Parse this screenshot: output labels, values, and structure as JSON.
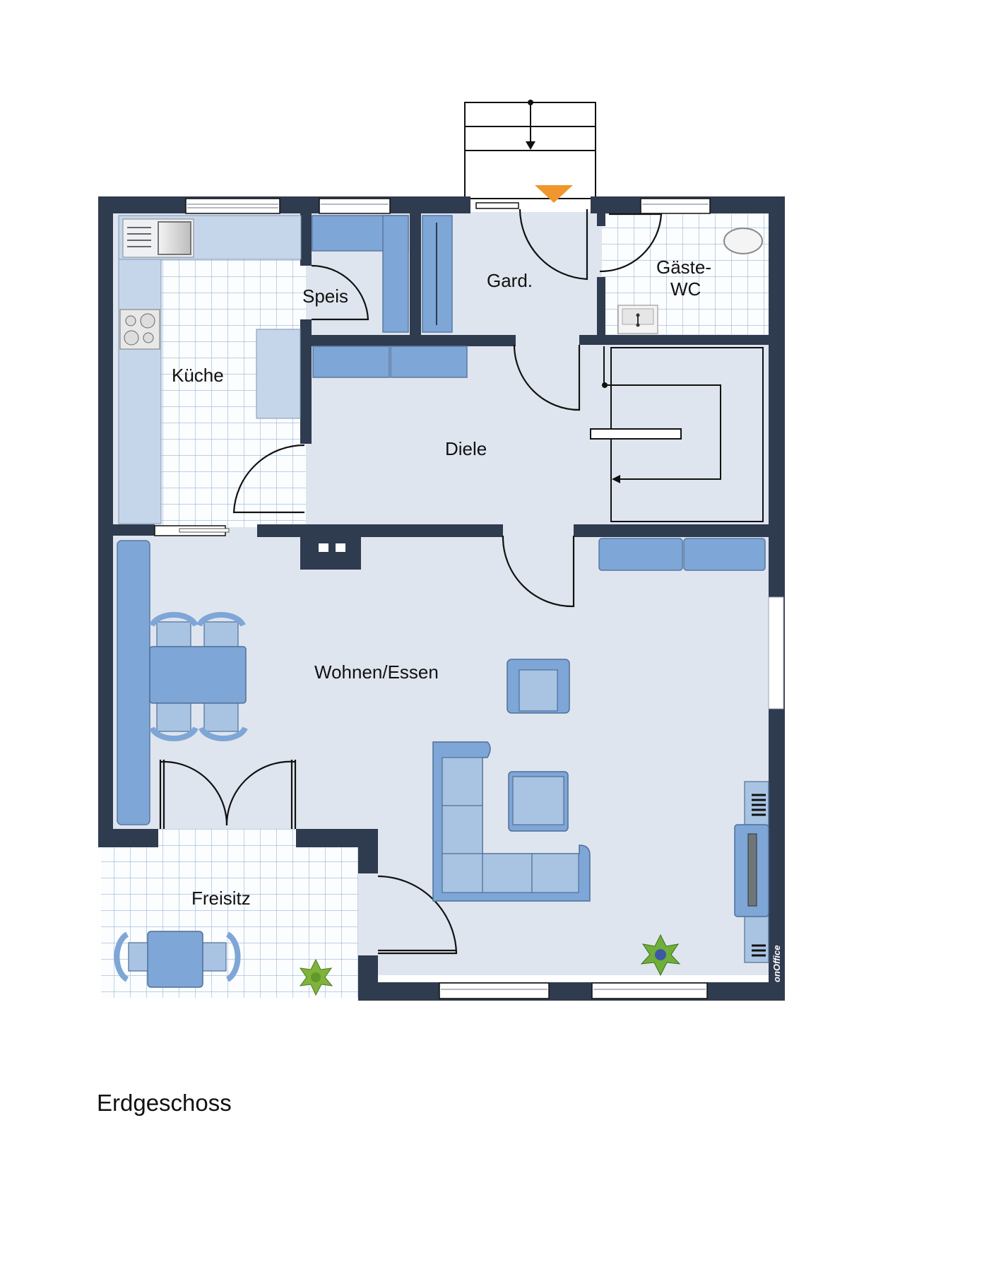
{
  "floor_plan": {
    "title": "Erdgeschoss",
    "rooms": [
      {
        "id": "kueche",
        "label": "Küche"
      },
      {
        "id": "speis",
        "label": "Speis"
      },
      {
        "id": "gard",
        "label": "Gard."
      },
      {
        "id": "gaeste_wc",
        "label_line1": "Gäste-",
        "label_line2": "WC"
      },
      {
        "id": "diele",
        "label": "Diele"
      },
      {
        "id": "wohnen_essen",
        "label": "Wohnen/Essen"
      },
      {
        "id": "freisitz",
        "label": "Freisitz"
      }
    ],
    "watermark": "onOffice",
    "entrance_marker": "entrance-arrow-icon",
    "colors": {
      "wall": "#2f3b4e",
      "floor": "#dfe5ee",
      "furniture": "#7ea6d6",
      "furniture_light": "#a9c4e3",
      "entrance_marker": "#f0962e",
      "plant": "#7fb33a"
    }
  }
}
